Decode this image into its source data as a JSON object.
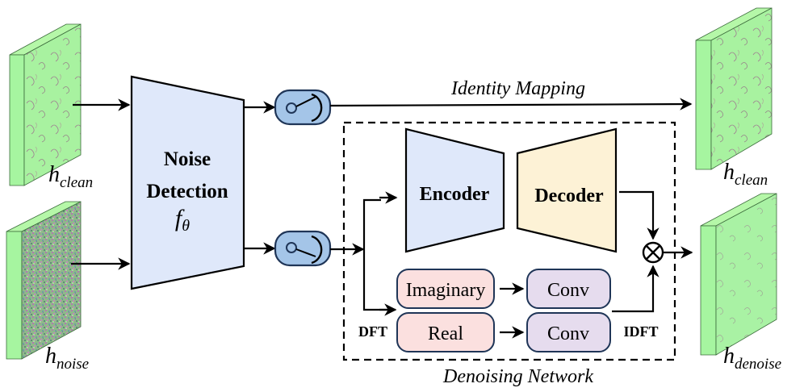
{
  "diagram": {
    "inputs": {
      "clean": {
        "label_base": "h",
        "label_sub": "clean"
      },
      "noise": {
        "label_base": "h",
        "label_sub": "noise"
      }
    },
    "noise_detection": {
      "line1": "Noise",
      "line2": "Detection",
      "func_base": "f",
      "func_sub": "θ"
    },
    "identity_mapping": {
      "label": "Identity Mapping"
    },
    "denoising_network": {
      "label": "Denoising Network",
      "encoder": "Encoder",
      "decoder": "Decoder",
      "imaginary": "Imaginary",
      "real": "Real",
      "conv_top": "Conv",
      "conv_bottom": "Conv",
      "dft": "DFT",
      "idft": "IDFT",
      "multiply_symbol": "⊗"
    },
    "outputs": {
      "clean": {
        "label_base": "h",
        "label_sub": "clean"
      },
      "denoise": {
        "label_base": "h",
        "label_sub": "denoise"
      }
    },
    "colors": {
      "feature_green": "#a6f5a0",
      "noise_detection_fill": "#dfe8fa",
      "encoder_fill": "#dfe8fa",
      "decoder_fill": "#fdf2d6",
      "switch_fill": "#a4c5e8",
      "switch_stroke": "#1f3557",
      "freq_fill": "#fbe0df",
      "conv_fill": "#e6dcee"
    }
  }
}
